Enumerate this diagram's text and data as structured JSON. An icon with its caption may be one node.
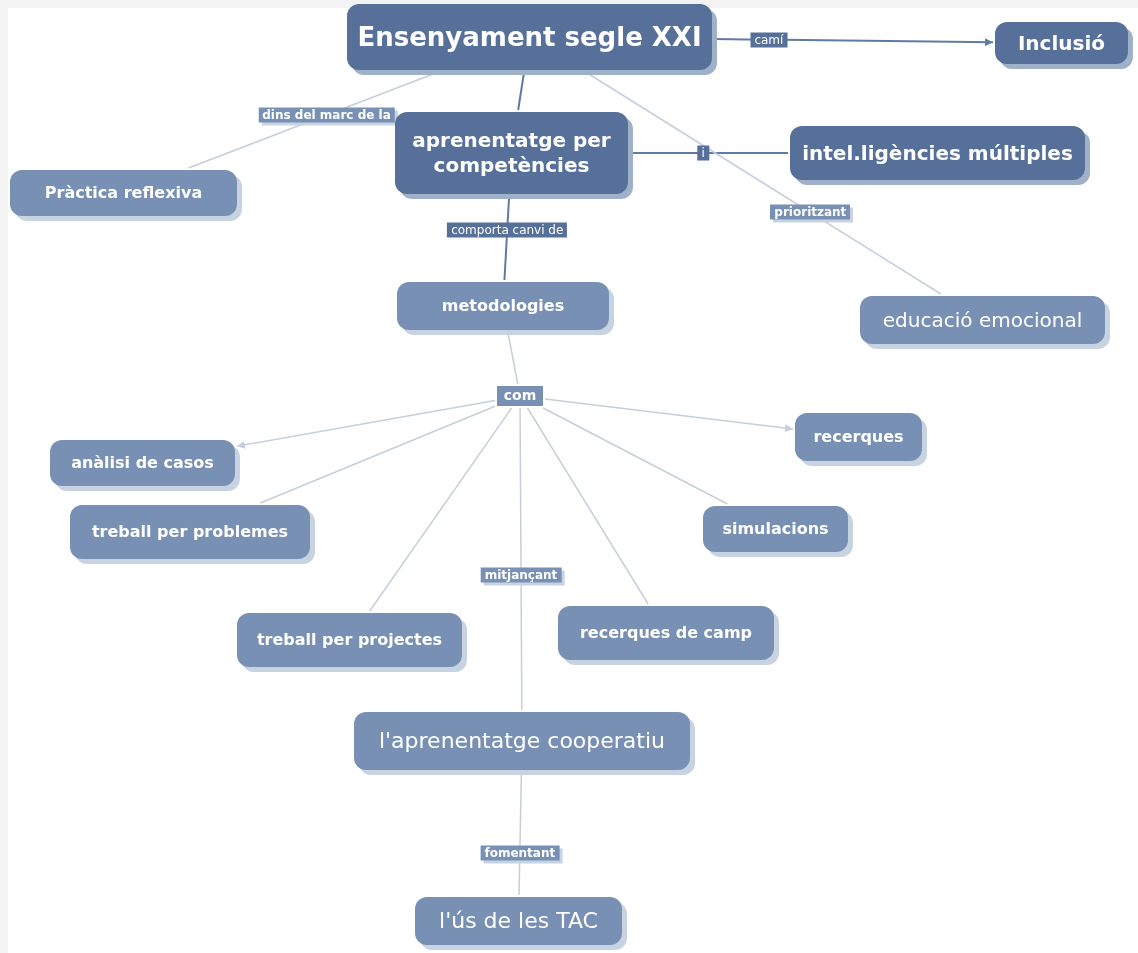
{
  "diagram": {
    "nodes": [
      {
        "text": [
          "Ensenyament segle XXI"
        ]
      },
      {
        "text": [
          "Inclusió"
        ]
      },
      {
        "text": [
          "aprenentatge per competències"
        ]
      },
      {
        "text": [
          "intel.ligències múltiples"
        ]
      },
      {
        "text": [
          "Pràctica reflexiva"
        ]
      },
      {
        "text": [
          "metodologies"
        ]
      },
      {
        "text": [
          "educació emocional"
        ]
      },
      {
        "text": [
          "anàlisi de casos"
        ]
      },
      {
        "text": [
          "recerques"
        ]
      },
      {
        "text": [
          "treball per problemes"
        ]
      },
      {
        "text": [
          "simulacions"
        ]
      },
      {
        "text": [
          "treball per projectes"
        ]
      },
      {
        "text": [
          "recerques de camp"
        ]
      },
      {
        "text": [
          "l'aprenentatge cooperatiu"
        ]
      },
      {
        "text": [
          "l'ús de les TAC"
        ]
      },
      {
        "text": [
          "com"
        ]
      }
    ],
    "edges": [
      {
        "from": 0,
        "to": 1,
        "arrow": "to",
        "label": "camí",
        "color": "#5f7ba3"
      },
      {
        "from": 0,
        "to": 4,
        "arrow": "none",
        "label": "dins del marc de la"
      },
      {
        "from": 0,
        "to": 2,
        "arrow": "none",
        "color": "#5f7ba3"
      },
      {
        "from": 2,
        "to": 3,
        "arrow": "none",
        "label": "i",
        "color": "#5f7ba3"
      },
      {
        "from": 0,
        "to": 6,
        "arrow": "none",
        "label": "prioritzant"
      },
      {
        "from": 2,
        "to": 5,
        "arrow": "none",
        "label": "comporta canvi de",
        "color": "#5f7ba3"
      },
      {
        "from": 5,
        "to": 15,
        "arrow": "none"
      },
      {
        "from": 15,
        "to": 7,
        "arrow": "to"
      },
      {
        "from": 15,
        "to": 8,
        "arrow": "to"
      },
      {
        "from": 15,
        "to": 9,
        "arrow": "none"
      },
      {
        "from": 15,
        "to": 10,
        "arrow": "none"
      },
      {
        "from": 15,
        "to": 11,
        "arrow": "none"
      },
      {
        "from": 15,
        "to": 12,
        "arrow": "none"
      },
      {
        "from": 15,
        "to": 13,
        "arrow": "none",
        "label": "mitjançant"
      },
      {
        "from": 13,
        "to": 14,
        "arrow": "none",
        "label": "fomentant"
      }
    ]
  }
}
